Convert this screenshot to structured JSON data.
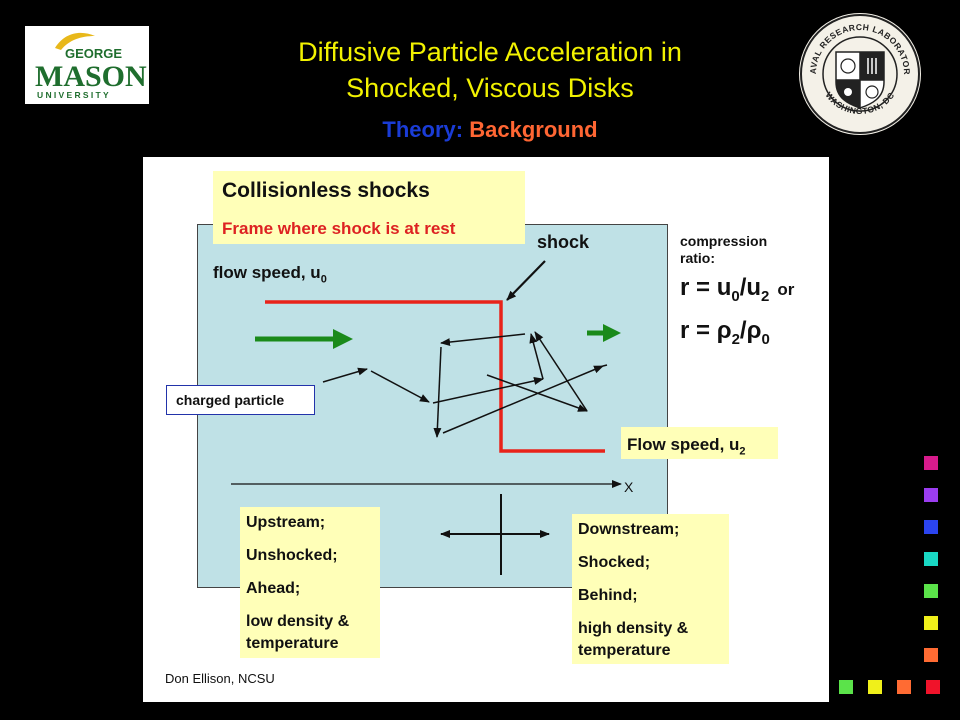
{
  "header": {
    "gmu_logo": {
      "line1": "GEORGE",
      "line2": "MASON",
      "line3": "UNIVERSITY"
    },
    "title_line1": "Diffusive Particle Acceleration in",
    "title_line2": "Shocked, Viscous Disks",
    "subtitle_part1": "Theory:",
    "subtitle_part2": "Background",
    "nrl_seal": {
      "top_text": "NAVAL RESEARCH LABORATORY",
      "bottom_text": "WASHINGTON, DC"
    }
  },
  "diagram": {
    "title": "Collisionless shocks",
    "subtitle": "Frame where shock is at rest",
    "shock_label": "shock",
    "flow_upstream_text": "flow speed, u",
    "flow_upstream_sub": "0",
    "compression_line1": "compression",
    "compression_line2": "ratio:",
    "eq1_r": "r = u",
    "eq1_sub0": "0",
    "eq1_slash": "/u",
    "eq1_sub2": "2",
    "eq1_or": "or",
    "eq2_r": "r = ",
    "eq2_rho": "ρ",
    "eq2_sub2": "2",
    "eq2_slash": "/",
    "eq2_rho2": "ρ",
    "eq2_sub0": "0",
    "charged_particle": "charged particle",
    "flow_downstream_text": "Flow speed, u",
    "flow_downstream_sub": "2",
    "axis_label": "X",
    "upstream_lines": [
      "Upstream;",
      "Unshocked;",
      "Ahead;",
      "low density &",
      "temperature"
    ],
    "downstream_lines": [
      "Downstream;",
      "Shocked;",
      "Behind;",
      "high density &",
      "temperature"
    ],
    "credit": "Don Ellison, NCSU",
    "colors": {
      "shock": "#e8231a",
      "flow_arrow": "#1a8a1a",
      "callout_bg": "#ffffb8",
      "region_bg": "#bfe1e6"
    }
  },
  "decor_squares": {
    "column_colors": [
      "#d81b8c",
      "#9b3df0",
      "#2b44f0",
      "#19d8c4",
      "#5be34a",
      "#f0f01a",
      "#ff6b33"
    ],
    "row_colors": [
      "#5be34a",
      "#f0f01a",
      "#ff6b33",
      "#f0132a"
    ]
  }
}
